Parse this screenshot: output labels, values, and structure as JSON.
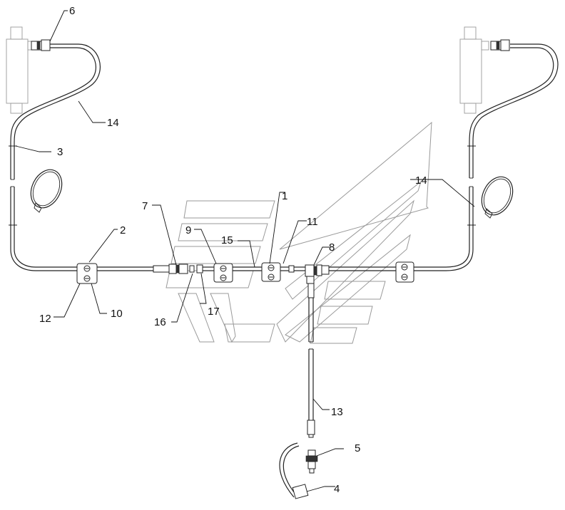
{
  "callouts": [
    {
      "id": "c1",
      "label": "1"
    },
    {
      "id": "c2",
      "label": "2"
    },
    {
      "id": "c3",
      "label": "3"
    },
    {
      "id": "c4",
      "label": "4"
    },
    {
      "id": "c5",
      "label": "5"
    },
    {
      "id": "c6",
      "label": "6"
    },
    {
      "id": "c7",
      "label": "7"
    },
    {
      "id": "c8",
      "label": "8"
    },
    {
      "id": "c9",
      "label": "9"
    },
    {
      "id": "c10",
      "label": "10"
    },
    {
      "id": "c11",
      "label": "11"
    },
    {
      "id": "c12",
      "label": "12"
    },
    {
      "id": "c13",
      "label": "13"
    },
    {
      "id": "c14a",
      "label": "14"
    },
    {
      "id": "c14b",
      "label": "14"
    },
    {
      "id": "c15",
      "label": "15"
    },
    {
      "id": "c16",
      "label": "16"
    },
    {
      "id": "c17",
      "label": "17"
    }
  ],
  "colors": {
    "line": "#222222",
    "ghost": "#9a9a9a",
    "background": "#ffffff"
  }
}
